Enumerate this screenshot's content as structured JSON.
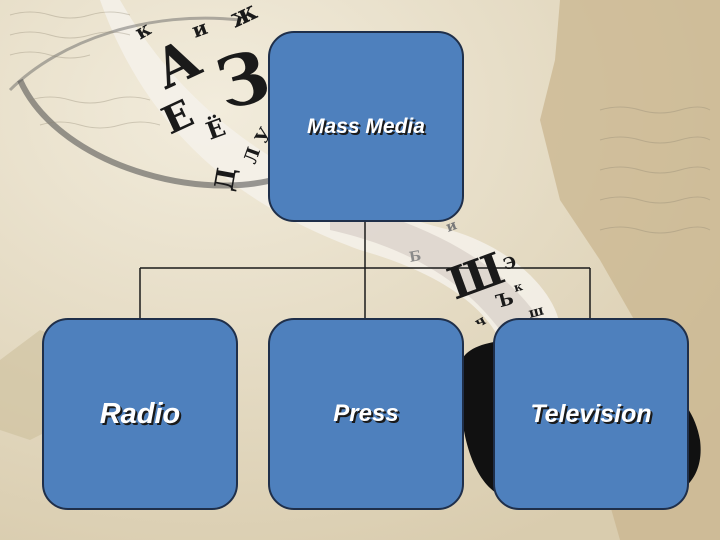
{
  "diagram": {
    "root": {
      "label": "Mass Media"
    },
    "children": [
      {
        "label": "Radio"
      },
      {
        "label": "Press"
      },
      {
        "label": "Television"
      }
    ]
  },
  "decor": {
    "letters": [
      "к",
      "и",
      "ж",
      "А",
      "Е",
      "З",
      "Ё",
      "Д",
      "Л",
      "У",
      "и",
      "Б",
      "Ш",
      "Э",
      "к",
      "Ъ",
      "ч",
      "ш"
    ]
  },
  "colors": {
    "box_fill": "#4e80bd",
    "box_border": "#1f2f4a",
    "connector": "#1a1a1a",
    "background": "#e8e0cc"
  }
}
